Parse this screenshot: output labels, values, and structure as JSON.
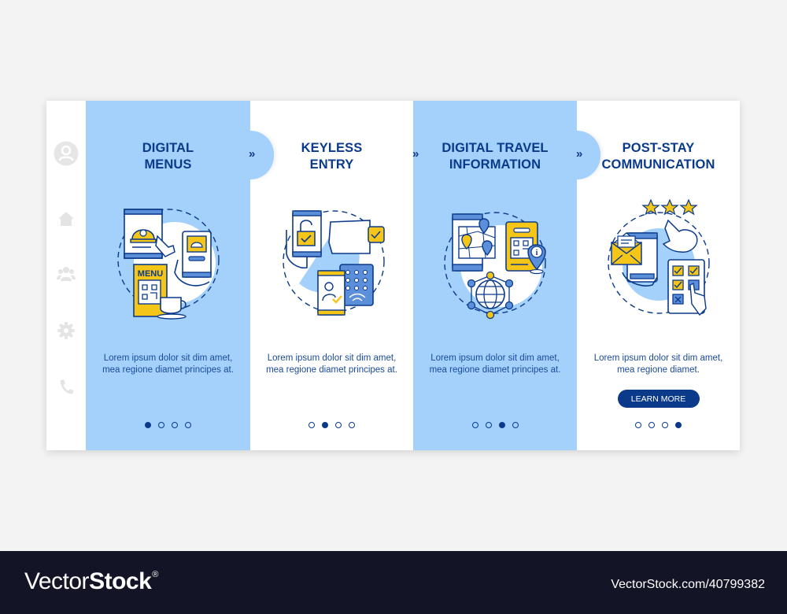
{
  "colors": {
    "panel_blue": "#a3d1fc",
    "navy": "#0b3a8a",
    "yellow": "#f5c518",
    "accent_blue": "#5b8fd9",
    "page_bg": "#f3f3f3",
    "footer_bg": "#131527"
  },
  "sidebar": {
    "items": [
      {
        "icon": "user-avatar-icon"
      },
      {
        "icon": "home-icon"
      },
      {
        "icon": "group-icon"
      },
      {
        "icon": "gear-icon"
      },
      {
        "icon": "phone-icon"
      }
    ]
  },
  "navigation": {
    "next_glyph": "»"
  },
  "panels": [
    {
      "title_line1": "DIGITAL",
      "title_line2": "MENUS",
      "illustration": "digital-menus-illustration",
      "description": "Lorem ipsum dolor sit dim amet, mea regione diamet principes at.",
      "active_dot": 0,
      "background": "blue"
    },
    {
      "title_line1": "KEYLESS",
      "title_line2": "ENTRY",
      "illustration": "keyless-entry-illustration",
      "description": "Lorem ipsum dolor sit dim amet, mea regione diamet principes at.",
      "active_dot": 1,
      "background": "white"
    },
    {
      "title_line1": "DIGITAL TRAVEL",
      "title_line2": "INFORMATION",
      "illustration": "digital-travel-information-illustration",
      "description": "Lorem ipsum dolor sit dim amet, mea regione diamet principes at.",
      "active_dot": 2,
      "background": "blue"
    },
    {
      "title_line1": "POST-STAY",
      "title_line2": "COMMUNICATION",
      "illustration": "post-stay-communication-illustration",
      "description": "Lorem ipsum dolor sit dim amet, mea regione diamet.",
      "active_dot": 3,
      "background": "white",
      "button_label": "LEARN MORE"
    }
  ],
  "pagination": {
    "total_dots": 4
  },
  "footer": {
    "brand_light": "Vector",
    "brand_bold": "Stock",
    "brand_mark": "®",
    "url": "VectorStock.com/40799382"
  }
}
